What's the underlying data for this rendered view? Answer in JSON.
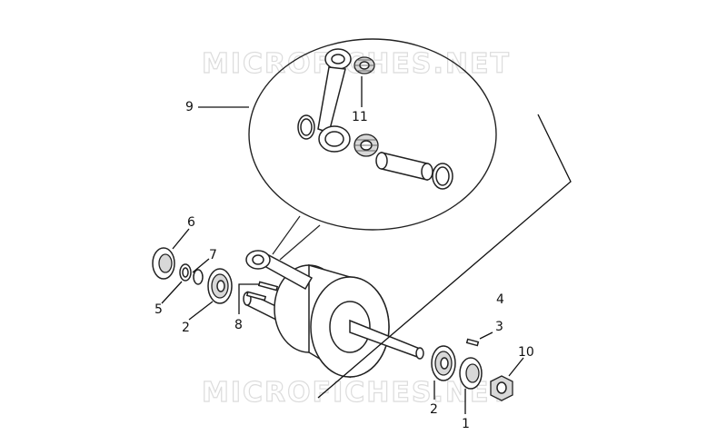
{
  "watermark": "MICROFICHES.NET",
  "callouts": [
    {
      "id": "9",
      "label": "9"
    },
    {
      "id": "11",
      "label": "11"
    },
    {
      "id": "6",
      "label": "6"
    },
    {
      "id": "7",
      "label": "7"
    },
    {
      "id": "5",
      "label": "5"
    },
    {
      "id": "2a",
      "label": "2"
    },
    {
      "id": "8",
      "label": "8"
    },
    {
      "id": "4",
      "label": "4"
    },
    {
      "id": "3",
      "label": "3"
    },
    {
      "id": "10",
      "label": "10"
    },
    {
      "id": "2b",
      "label": "2"
    },
    {
      "id": "1",
      "label": "1"
    }
  ]
}
